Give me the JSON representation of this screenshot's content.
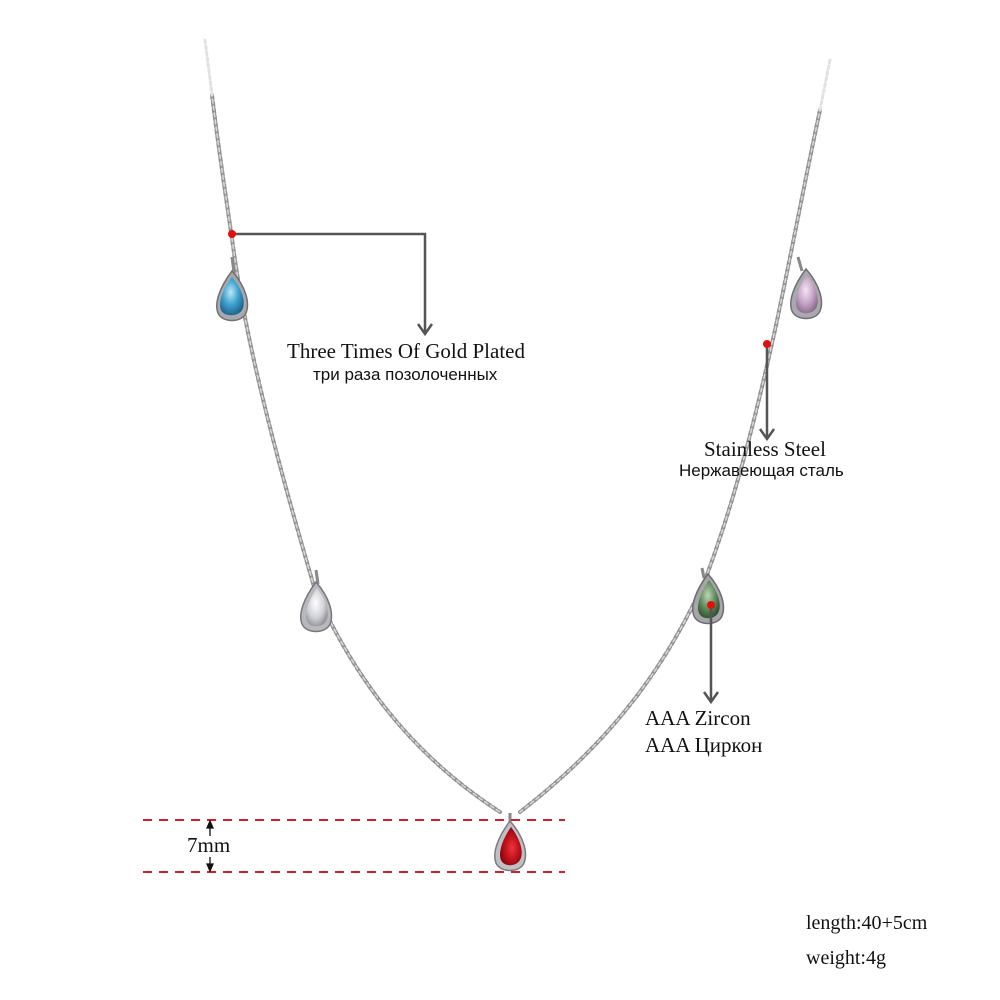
{
  "product": {
    "type": "pendant-necklace",
    "pendants": [
      {
        "name": "blue-zircon",
        "color": "#3f9bc9"
      },
      {
        "name": "clear-zircon",
        "color": "#d8d8de"
      },
      {
        "name": "red-zircon",
        "color": "#c4121c"
      },
      {
        "name": "green-zircon",
        "color": "#5d8a5a"
      },
      {
        "name": "pink-zircon",
        "color": "#c9a6c9"
      }
    ]
  },
  "callouts": {
    "gold_plated": {
      "en": "Three Times Of Gold Plated",
      "ru": "три раза позолоченных"
    },
    "stainless_steel": {
      "en": "Stainless Steel",
      "ru": "Нержавеющая сталь"
    },
    "zircon": {
      "en": "AAA Zircon",
      "ru": "AAA Циркон"
    }
  },
  "dimension": {
    "label": "7mm",
    "line_color": "#d0202a"
  },
  "specs": {
    "length": "length:40+5cm",
    "weight": "weight:4g"
  },
  "colors": {
    "marker": "#e01010",
    "leader": "#555555",
    "chain": "#8a8a8a"
  }
}
